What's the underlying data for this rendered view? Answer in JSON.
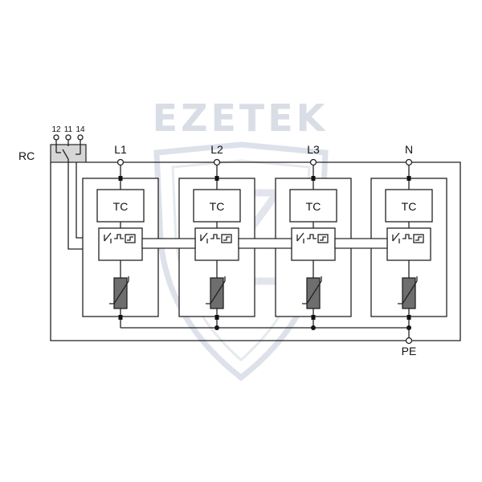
{
  "watermark": {
    "text": "EZETEK",
    "color": "#d9dde6"
  },
  "relay": {
    "label": "RC",
    "pins": [
      "12",
      "11",
      "14"
    ],
    "body_color": "#d6d6d6"
  },
  "modules": [
    {
      "line_label": "L1",
      "tc_label": "TC"
    },
    {
      "line_label": "L2",
      "tc_label": "TC"
    },
    {
      "line_label": "L3",
      "tc_label": "TC"
    },
    {
      "line_label": "N",
      "tc_label": "TC"
    }
  ],
  "ground_label": "PE",
  "colors": {
    "line": "#222222",
    "varistor_fill": "#6e6e6e",
    "relay_bar": "#cccccc"
  },
  "icons": {
    "varistor": "varistor-icon",
    "thermal_switch": "thermal-disconnector-icon",
    "relay_contact": "changeover-contact-icon"
  }
}
